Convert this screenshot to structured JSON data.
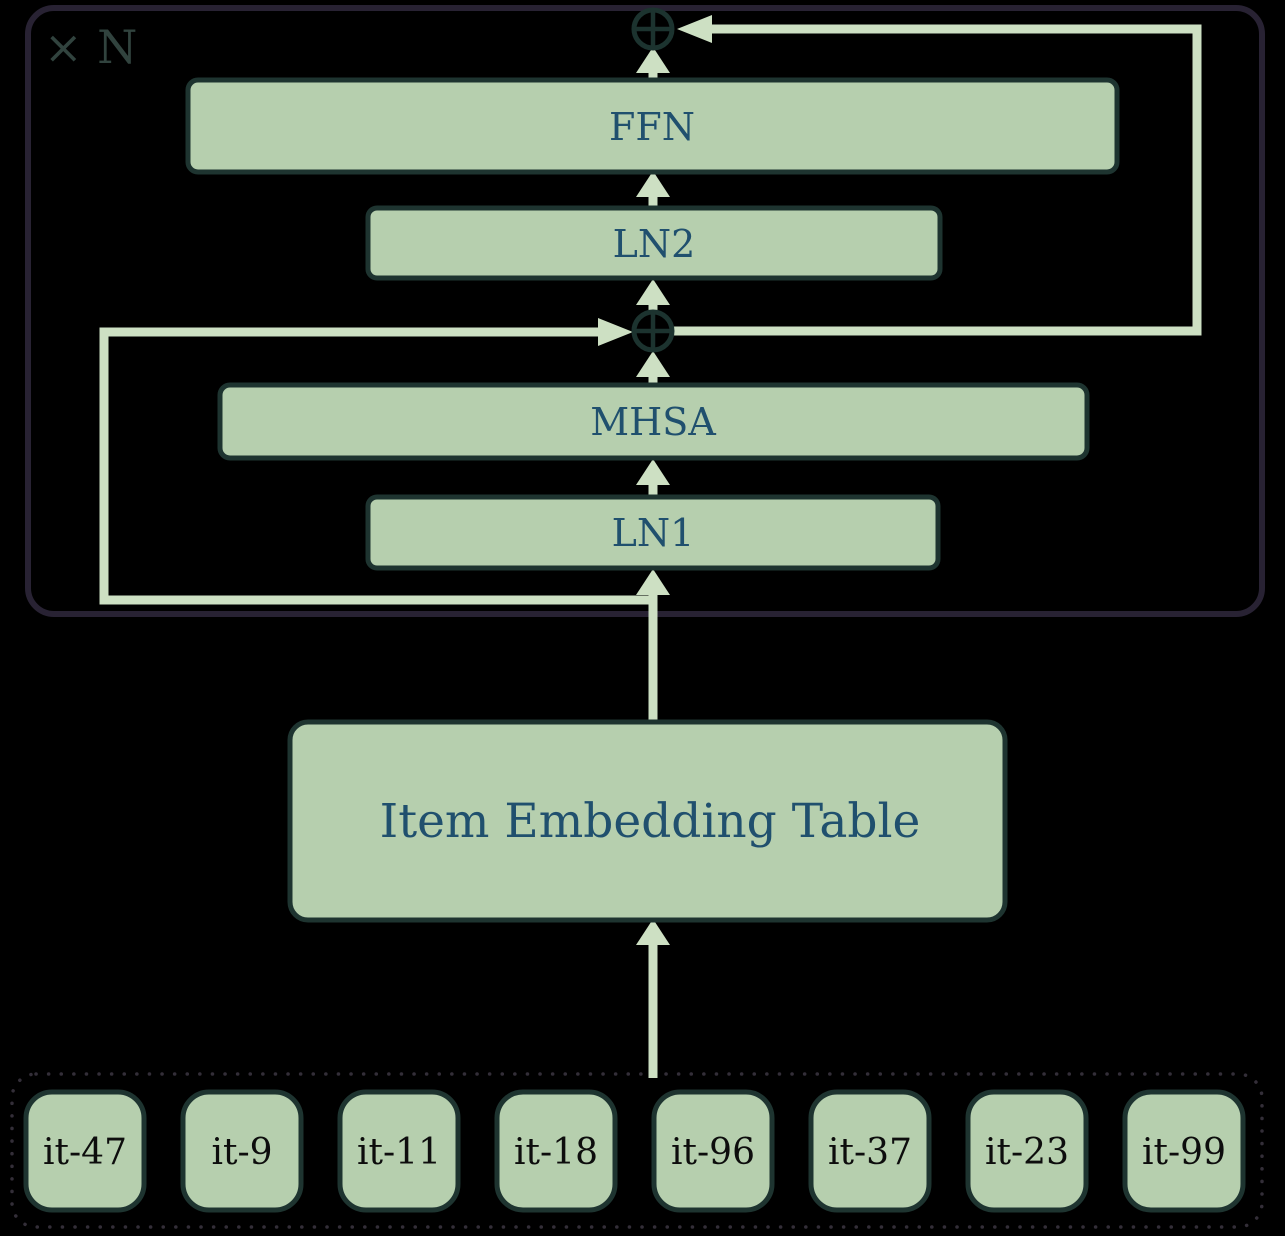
{
  "repeat_label": "× N",
  "blocks": {
    "ffn": "FFN",
    "ln2": "LN2",
    "mhsa": "MHSA",
    "ln1": "LN1",
    "embedding": "Item Embedding Table"
  },
  "tokens": [
    "it-47",
    "it-9",
    "it-11",
    "it-18",
    "it-96",
    "it-37",
    "it-23",
    "it-99"
  ],
  "colors": {
    "background": "#000000",
    "block_fill": "#b6cfae",
    "block_stroke": "#1e3430",
    "arrow": "#cde0c3",
    "label_ink": "#20506e",
    "token_ink": "#0d0d0d",
    "outer_stroke": "#282233",
    "dotted_border": "#332e38",
    "repeat_ink": "#31433e",
    "add_stroke": "#1c332f"
  }
}
